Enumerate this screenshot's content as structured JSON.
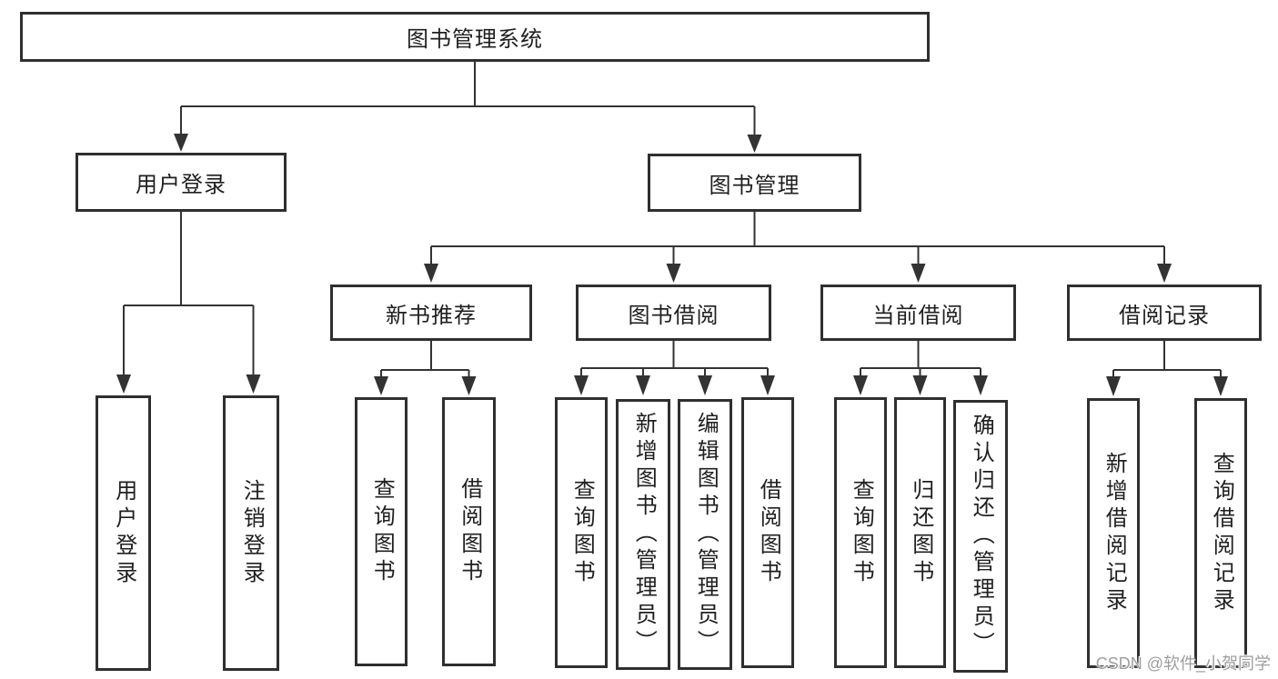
{
  "diagram_type": "hierarchy-tree",
  "colors": {
    "background": "#ffffff",
    "box_border": "#2f2f2f",
    "connector_line": "#333333",
    "text": "#1f1f1f",
    "watermark": "#9e9e9e"
  },
  "tree": {
    "root": {
      "label": "图书管理系统"
    },
    "branches": [
      {
        "label": "用户登录",
        "children": [
          {
            "label": "用户登录"
          },
          {
            "label": "注销登录"
          }
        ]
      },
      {
        "label": "图书管理",
        "children": [
          {
            "label": "新书推荐",
            "children": [
              {
                "label": "查询图书"
              },
              {
                "label": "借阅图书"
              }
            ]
          },
          {
            "label": "图书借阅",
            "children": [
              {
                "label": "查询图书"
              },
              {
                "label": "新增图书（管理员）"
              },
              {
                "label": "编辑图书（管理员）"
              },
              {
                "label": "借阅图书"
              }
            ]
          },
          {
            "label": "当前借阅",
            "children": [
              {
                "label": "查询图书"
              },
              {
                "label": "归还图书"
              },
              {
                "label": "确认归还（管理员）"
              }
            ]
          },
          {
            "label": "借阅记录",
            "children": [
              {
                "label": "新增借阅记录"
              },
              {
                "label": "查询借阅记录"
              }
            ]
          }
        ]
      }
    ]
  },
  "watermark": {
    "text": "CSDN @软件_小贺同学"
  }
}
